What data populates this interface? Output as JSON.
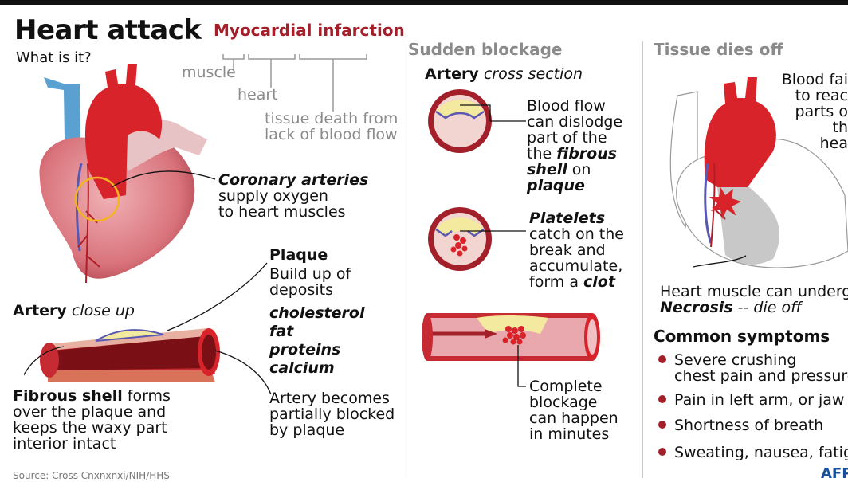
{
  "header": {
    "title": "Heart attack",
    "subtitle": "What is it?",
    "term": "Myocardial infarction",
    "term_parts": [
      "muscle",
      "heart",
      "tissue death from",
      "lack of blood flow"
    ]
  },
  "left": {
    "coronary": [
      "Coronary arteries",
      "supply oxygen",
      "to heart muscles"
    ],
    "artery_label_bold": "Artery",
    "artery_label_italic": "close up",
    "plaque_title": "Plaque",
    "plaque_desc": [
      "Build up of",
      "deposits"
    ],
    "plaque_items": [
      "cholesterol",
      "fat",
      "proteins",
      "calcium"
    ],
    "fibrous_bold": "Fibrous shell",
    "fibrous_rest": [
      " forms",
      "over the plaque and",
      "keeps the waxy part",
      "interior intact"
    ],
    "artery_blocked": [
      "Artery becomes",
      "partially blocked",
      "by plaque"
    ],
    "source": "Source: Cross Cnxnxnxi/NIH/HHS"
  },
  "middle": {
    "heading": "Sudden blockage",
    "cross_bold": "Artery",
    "cross_italic": "cross section",
    "blood_flow": [
      "Blood flow",
      "can dislodge",
      "part of the"
    ],
    "the_word": "the ",
    "fibrous_word": "fibrous",
    "shell_word": "shell",
    "on_word": " on",
    "plaque_word": "plaque",
    "platelets_word": "Platelets",
    "platelets_rest": [
      "catch on the",
      "break and",
      "accumulate,"
    ],
    "form_a": "form a ",
    "clot_word": "clot",
    "complete": [
      "Complete",
      "blockage",
      "can happen",
      "in minutes"
    ]
  },
  "right": {
    "heading": "Tissue dies off",
    "blood_fail": [
      "Blood fai",
      "to reac",
      "parts o",
      "th",
      "hea"
    ],
    "muscle_line": "Heart muscle can underg",
    "necrosis_bold": "Necrosis",
    "necrosis_rest": " -- die off",
    "symptoms_title": "Common symptoms",
    "symptoms": [
      [
        "Severe crushing",
        "chest pain and pressure"
      ],
      [
        "Pain in left arm, or jaw"
      ],
      [
        "Shortness of breath"
      ],
      [
        "Sweating, nausea, fatig"
      ]
    ],
    "logo": "AFP"
  },
  "colors": {
    "red": "#d8232a",
    "dark_red": "#a3202b",
    "blue": "#5aa0d0",
    "pink": "#e8a8ae",
    "plaque": "#f3eaa0"
  }
}
